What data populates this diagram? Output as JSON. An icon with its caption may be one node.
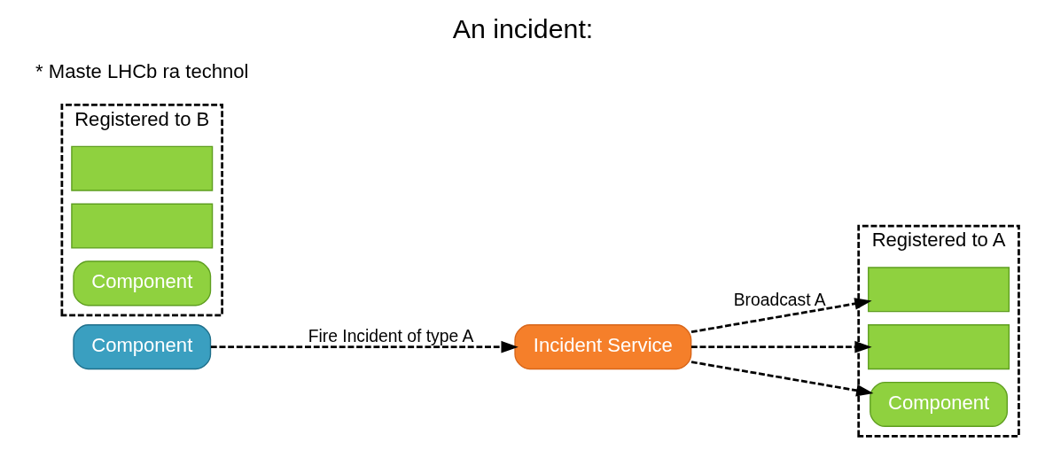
{
  "diagram": {
    "title": "An incident:",
    "nodes": [
      {
        "text": [
          "Component"
        ]
      },
      {
        "text": [
          "Incident Service"
        ]
      },
      {
        "text": [
          "Registered to A"
        ]
      },
      {
        "text": [],
        "shape": "box",
        "in": 2
      },
      {
        "text": [],
        "shape": "box",
        "in": 2
      },
      {
        "text": [
          "Component"
        ],
        "in": 2
      },
      {
        "text": [
          "Registered to B"
        ]
      },
      {
        "text": [],
        "shape": "box",
        "in": 6
      },
      {
        "text": [],
        "shape": "box",
        "in": 6
      },
      {
        "text": [
          "Component"
        ],
        "in": 6
      }
    ],
    "edges": [
      {
        "from": 0,
        "to": 1,
        "arrow": "to",
        "style": "dashed",
        "label": "Fire Incident of type A"
      },
      {
        "from": 1,
        "to": 3,
        "arrow": "to",
        "style": "dashed",
        "label": "Broadcast A"
      },
      {
        "from": 1,
        "to": 4,
        "arrow": "to",
        "style": "dashed"
      },
      {
        "from": 1,
        "to": 5,
        "arrow": "to",
        "style": "dashed"
      }
    ],
    "labels": [
      "* Maste LHCb ra technol"
    ]
  }
}
